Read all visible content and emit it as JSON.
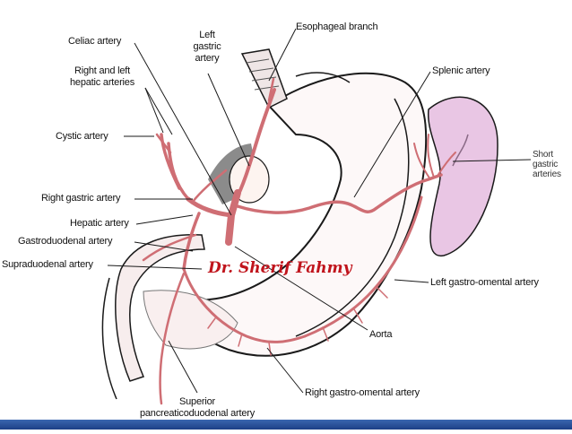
{
  "labels": {
    "celiac": "Celiac artery",
    "left_gastric_1": "Left",
    "left_gastric_2": "gastric",
    "left_gastric_3": "artery",
    "esophageal": "Esophageal branch",
    "hepatic_rl_1": "Right and left",
    "hepatic_rl_2": "hepatic arteries",
    "splenic": "Splenic artery",
    "cystic": "Cystic artery",
    "short_gastric_1": "Short",
    "short_gastric_2": "gastric",
    "short_gastric_3": "arteries",
    "right_gastric": "Right gastric artery",
    "hepatic": "Hepatic artery",
    "gastroduodenal": "Gastroduodenal artery",
    "supraduodenal": "Supraduodenal artery",
    "left_go": "Left gastro-omental artery",
    "aorta": "Aorta",
    "right_go": "Right gastro-omental artery",
    "superior_1": "Superior",
    "superior_2": "pancreaticoduodenal artery"
  },
  "signature": "Dr. Sherif Fahmy",
  "colors": {
    "artery": "#cf6e74",
    "artery_dark": "#9e3e46",
    "spleen": "#e9c6e4",
    "outline": "#1a1a1a",
    "signature": "#c0141c",
    "footer_bar": "#2a54a0"
  }
}
